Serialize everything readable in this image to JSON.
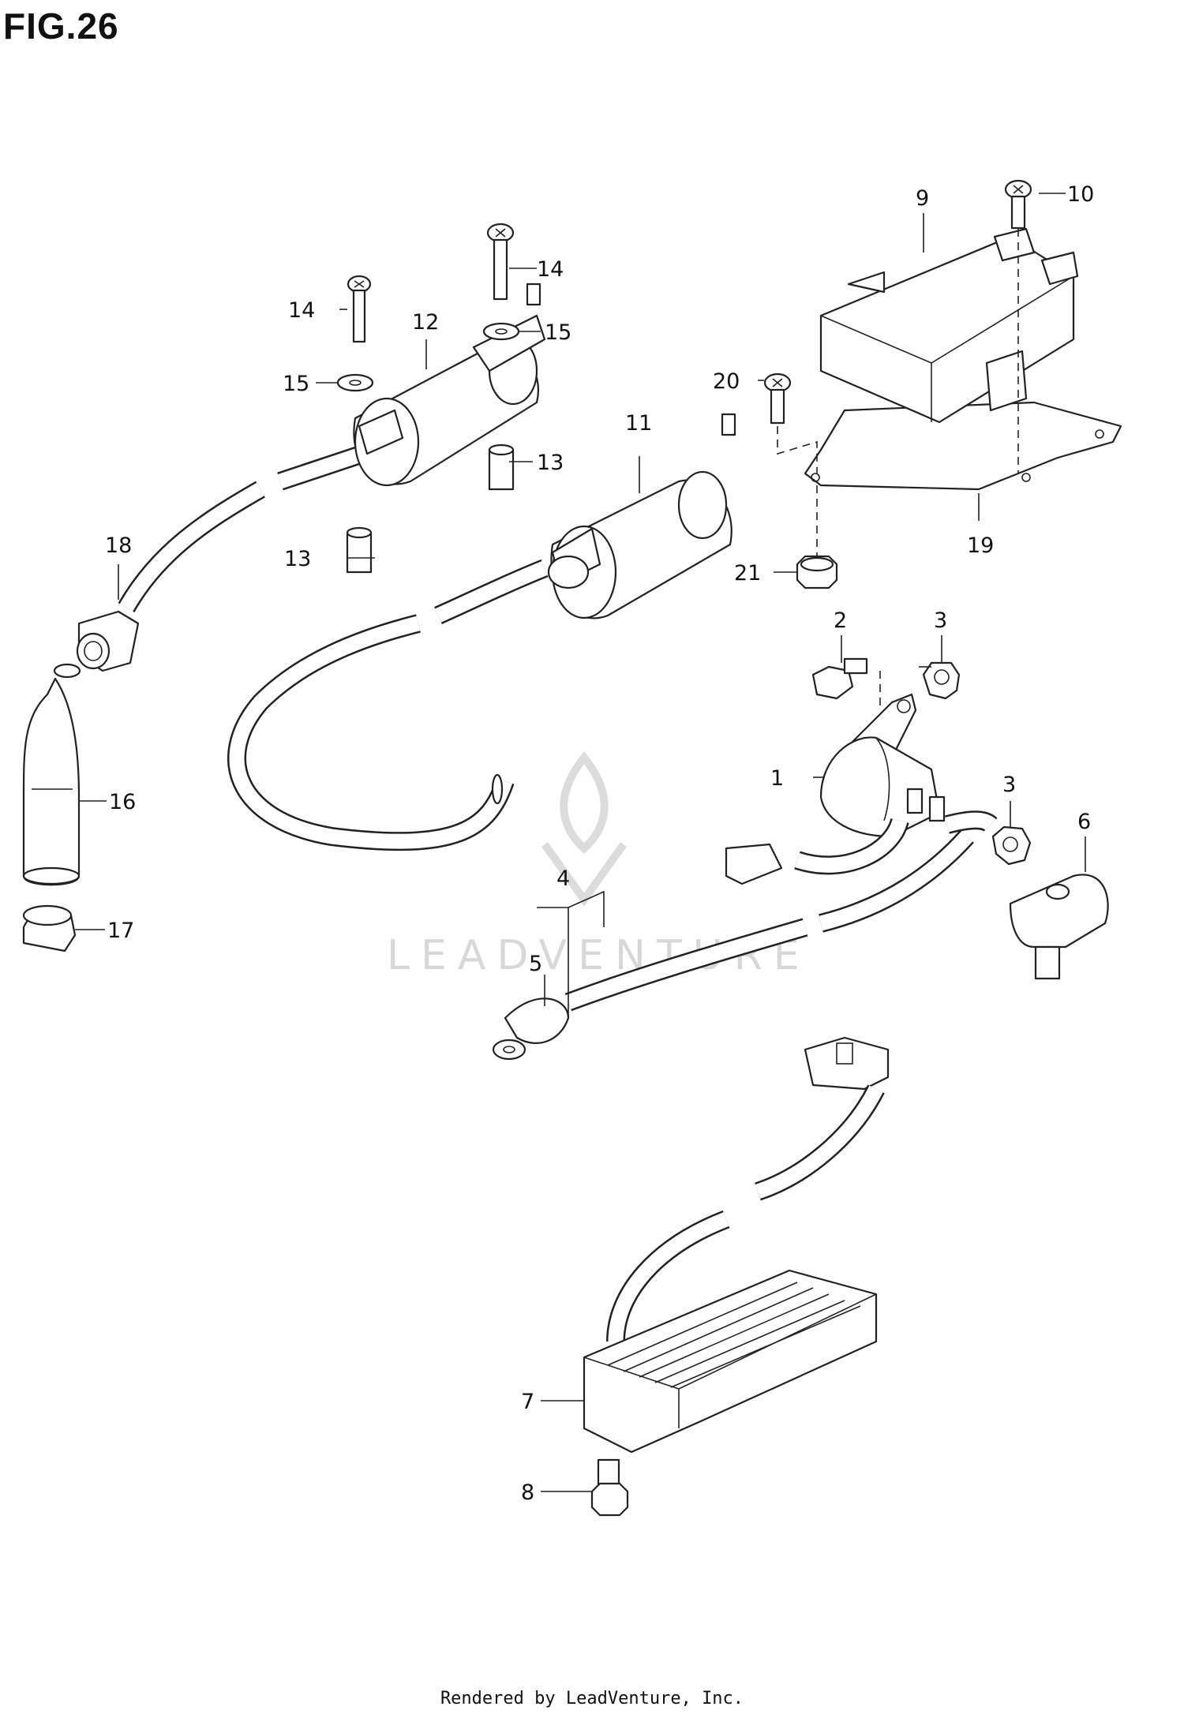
{
  "figure": {
    "title": "FIG.26"
  },
  "watermark": {
    "text": "LEADVENTURE"
  },
  "footer": {
    "text": "Rendered by LeadVenture, Inc."
  },
  "callouts": {
    "c1": "1",
    "c2": "2",
    "c3a": "3",
    "c3b": "3",
    "c4": "4",
    "c5": "5",
    "c6": "6",
    "c7": "7",
    "c8": "8",
    "c9": "9",
    "c10": "10",
    "c11": "11",
    "c12": "12",
    "c13a": "13",
    "c13b": "13",
    "c14a": "14",
    "c14b": "14",
    "c15a": "15",
    "c15b": "15",
    "c16": "16",
    "c17": "17",
    "c18": "18",
    "c19": "19",
    "c20": "20",
    "c21": "21"
  }
}
